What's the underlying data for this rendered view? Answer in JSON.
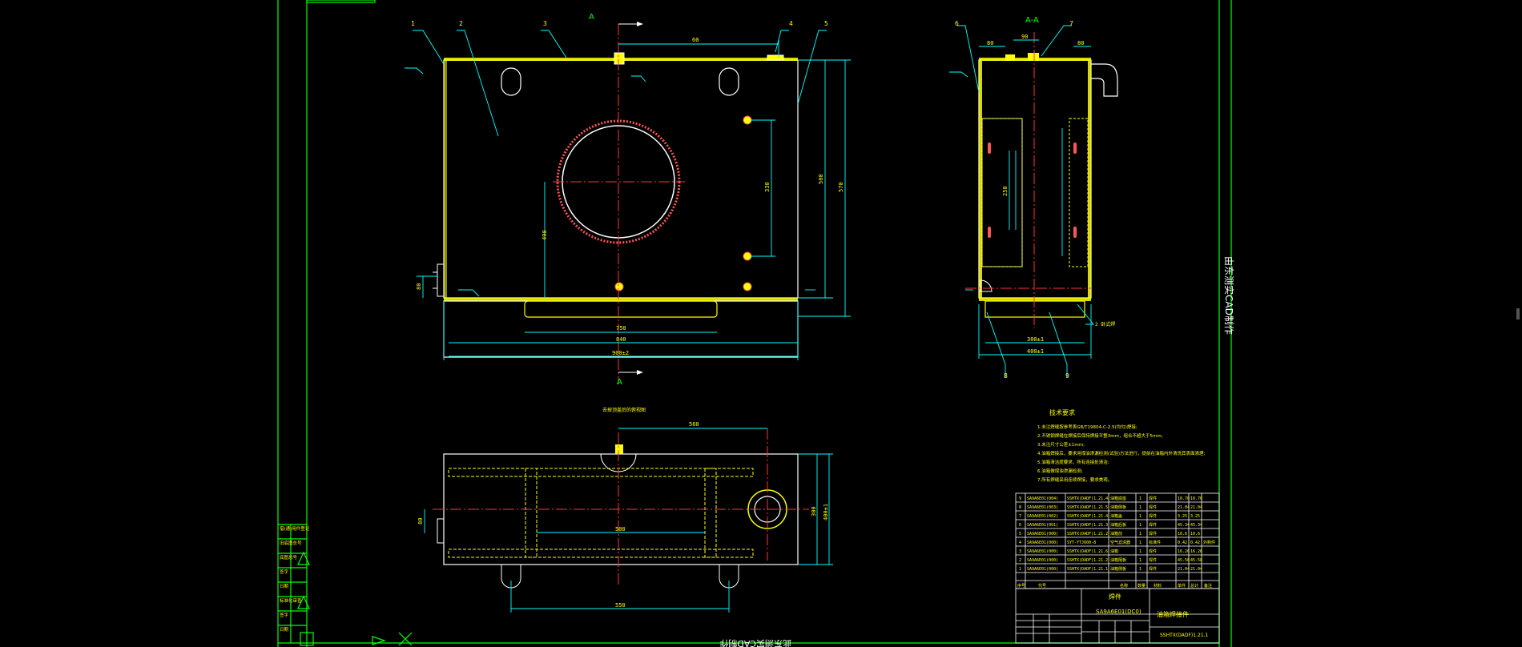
{
  "colors": {
    "background": "#000000",
    "frame": "#00ff00",
    "part_outline": "#ffffff",
    "weld_fill": "#ffff00",
    "center_line": "#ff0000",
    "dimension": "#00ffff",
    "hidden_line": "#00ff00"
  },
  "views": {
    "section_marker_top": "A",
    "section_marker_bottom": "A",
    "section_title": "A-A",
    "top_view_title": "去掉顶盖后的俯视图"
  },
  "balloons": {
    "front": [
      "1",
      "2",
      "3",
      "4",
      "5"
    ],
    "side": [
      "6",
      "7",
      "8",
      "9"
    ],
    "side_bottom_note": "2 卧式焊"
  },
  "dims": {
    "front_top_span": "60",
    "front_bottom_inner": "750",
    "front_bottom_mid": "840",
    "front_overall_width": "900±2",
    "front_left_height": "490",
    "front_right_height": "500",
    "front_outer_height": "570",
    "front_mid_height": "330",
    "front_left_small": "80",
    "side_top_a": "80",
    "side_top_b": "90",
    "side_top_c": "80",
    "side_bottom_inner": "300±1",
    "side_bottom_outer": "400±1",
    "side_height": "250",
    "plan_top": "560",
    "plan_right": "400±1",
    "plan_right_inner": "300",
    "plan_bottom": "550",
    "plan_left": "80",
    "plan_mid": "500"
  },
  "tech_requirements": {
    "title": "技术要求",
    "items": [
      "1.未注焊缝按参考表GB/T19804-C-2.5(均匀)焊接;",
      "2.不锈钢焊缝在焊接后保持焊接平整3mm，组合不超大于5mm;",
      "3.未注尺寸公差±1mm;",
      "4.油箱焊接后，要求用煤油渗漏检测(试验)方法进行，提前在油箱内外清洗其表面清理;",
      "5.油箱清洁度要求，所有连接处清洁;",
      "6.油箱做煤油渗漏检测;",
      "7.所有焊缝采用连续焊接，要求美观。"
    ]
  },
  "parts_list": {
    "rows": [
      {
        "no": "9",
        "code": "SA9A6E01(004)",
        "drawing": "SSHTX(DADF)1.21.4",
        "name": "油箱底座",
        "qty": "1",
        "material": "焊件",
        "w1": "10.70",
        "w2": "10.70",
        "note": ""
      },
      {
        "no": "8",
        "code": "SA9A6E01(003)",
        "drawing": "SSHTX(DADF)1.21.5",
        "name": "油箱侧板",
        "qty": "1",
        "material": "焊件",
        "w1": "21.04",
        "w2": "21.04",
        "note": ""
      },
      {
        "no": "7",
        "code": "SA9A6E01(002)",
        "drawing": "SSHTX(DADF)1.21.4",
        "name": "油箱盖",
        "qty": "1",
        "material": "焊件",
        "w1": "3.25",
        "w2": "3.25",
        "note": ""
      },
      {
        "no": "6",
        "code": "SA9A6E01(001)",
        "drawing": "SSHTX(DADF)1.21.3",
        "name": "油箱后板",
        "qty": "1",
        "material": "焊件",
        "w1": "45.34",
        "w2": "45.34",
        "note": ""
      },
      {
        "no": "5",
        "code": "SA9A6E01(000)",
        "drawing": "SSHTX(DADF)1.21.2",
        "name": "油箱前",
        "qty": "1",
        "material": "焊件",
        "w1": "10.6",
        "w2": "10.6",
        "note": ""
      },
      {
        "no": "4",
        "code": "SA9A6E01(000)",
        "drawing": "SYT-YTJ600-8",
        "name": "空气滤清器",
        "qty": "1",
        "material": "标准件",
        "w1": "0.42",
        "w2": "0.42",
        "note": "外购件"
      },
      {
        "no": "3",
        "code": "SA9A6E01(000)",
        "drawing": "SSHTX(DADF)1.21.6",
        "name": "油箱",
        "qty": "1",
        "material": "焊件",
        "w1": "16.26",
        "w2": "16.26",
        "note": ""
      },
      {
        "no": "2",
        "code": "SA9A6E01(000)",
        "drawing": "SSHTX(DADF)1.21.2",
        "name": "油箱隔板",
        "qty": "1",
        "material": "焊件",
        "w1": "45.58",
        "w2": "45.58",
        "note": ""
      },
      {
        "no": "1",
        "code": "SA9A6E01(000)",
        "drawing": "SSHTX(DADF)1.21.1",
        "name": "油箱侧板",
        "qty": "1",
        "material": "焊件",
        "w1": "21.04",
        "w2": "21.04",
        "note": ""
      }
    ],
    "header": [
      "序号",
      "代号",
      "名称",
      "数量",
      "材料",
      "单件",
      "总计",
      "备注"
    ]
  },
  "title_block": {
    "label": "焊件",
    "code": "SA9A6E01(DC0)",
    "name": "油箱焊接件",
    "drawing_no": "SSHTX(DADF)1.21.1"
  },
  "left_strip": [
    "借(通)用件登记",
    "旧底图总号",
    "底图总号",
    "签字",
    "日期",
    "标准化审查",
    "签字",
    "日期"
  ],
  "right_strip_text": "由东测实CAD制作",
  "bottom_text": "此东测实CAD制作"
}
